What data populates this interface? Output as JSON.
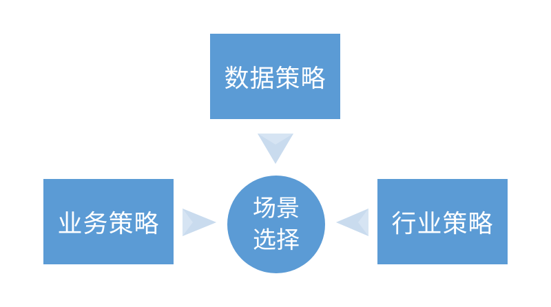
{
  "diagram": {
    "top_box": {
      "label": "数据策略"
    },
    "left_box": {
      "label": "业务策略"
    },
    "right_box": {
      "label": "行业策略"
    },
    "center": {
      "line1": "场景",
      "line2": "选择"
    }
  },
  "colors": {
    "box_fill": "#5b9bd5",
    "arrow_fill": "#d6e4f3",
    "text": "#ffffff"
  }
}
